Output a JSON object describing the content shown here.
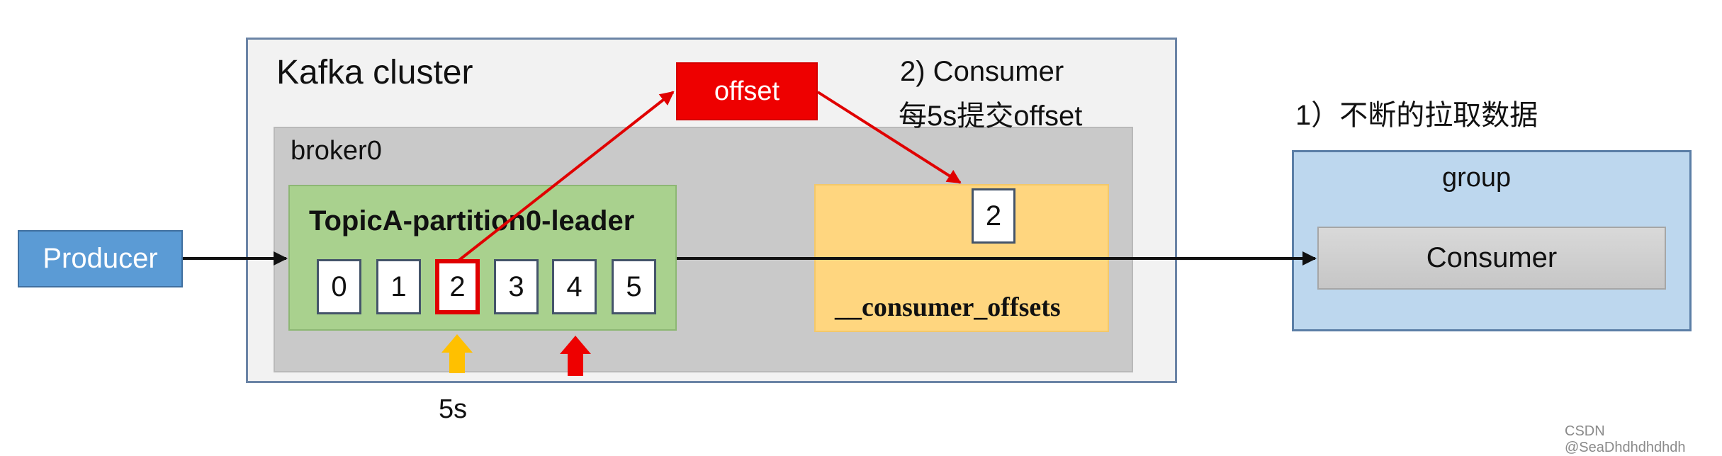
{
  "cluster": {
    "title": "Kafka cluster"
  },
  "broker": {
    "title": "broker0"
  },
  "partition": {
    "title": "TopicA-partition0-leader",
    "cells": [
      "0",
      "1",
      "2",
      "3",
      "4",
      "5"
    ],
    "highlighted_index": 2
  },
  "offsets_topic": {
    "title": "__consumer_offsets",
    "stored_offset": "2"
  },
  "offset_tag": {
    "label": "offset"
  },
  "commit_note": {
    "line1": "2)  Consumer",
    "line2": "每5s提交offset"
  },
  "pull_note": {
    "label": "1）不断的拉取数据"
  },
  "group": {
    "title": "group",
    "consumer_label": "Consumer"
  },
  "producer": {
    "label": "Producer"
  },
  "interval_label": "5s",
  "watermark": "CSDN @SeaDhdhdhdhdh",
  "colors": {
    "producer": "#5b9bd5",
    "partition": "#a9d18e",
    "offsets_topic": "#ffd67f",
    "group": "#bdd7ee",
    "highlight": "#e00000",
    "commit_arrow": "#ffc000"
  }
}
